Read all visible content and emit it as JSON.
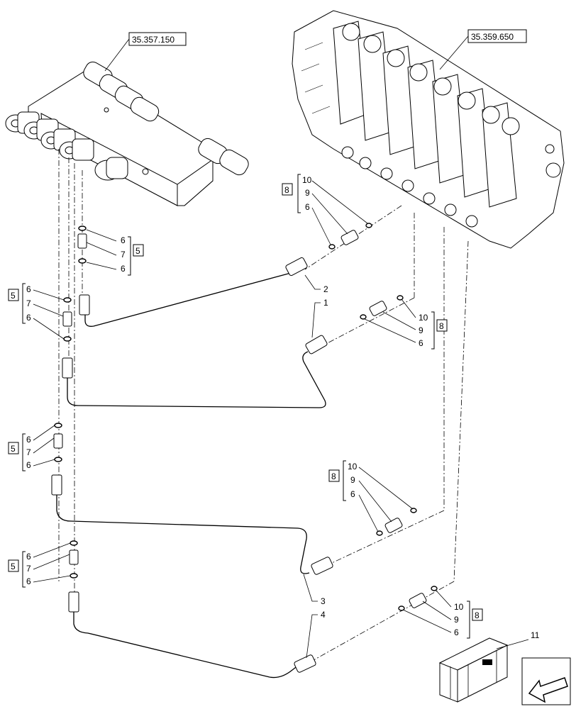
{
  "references": {
    "left_block": "35.357.150",
    "right_valve": "35.359.650"
  },
  "item_numbers": {
    "n1": "1",
    "n2": "2",
    "n3": "3",
    "n4": "4",
    "n5": "5",
    "n6": "6",
    "n7": "7",
    "n8": "8",
    "n9": "9",
    "n10": "10",
    "n11": "11"
  },
  "icons": {
    "kit_box": "kit-box-icon",
    "navigation_arrow": "arrow-icon"
  }
}
